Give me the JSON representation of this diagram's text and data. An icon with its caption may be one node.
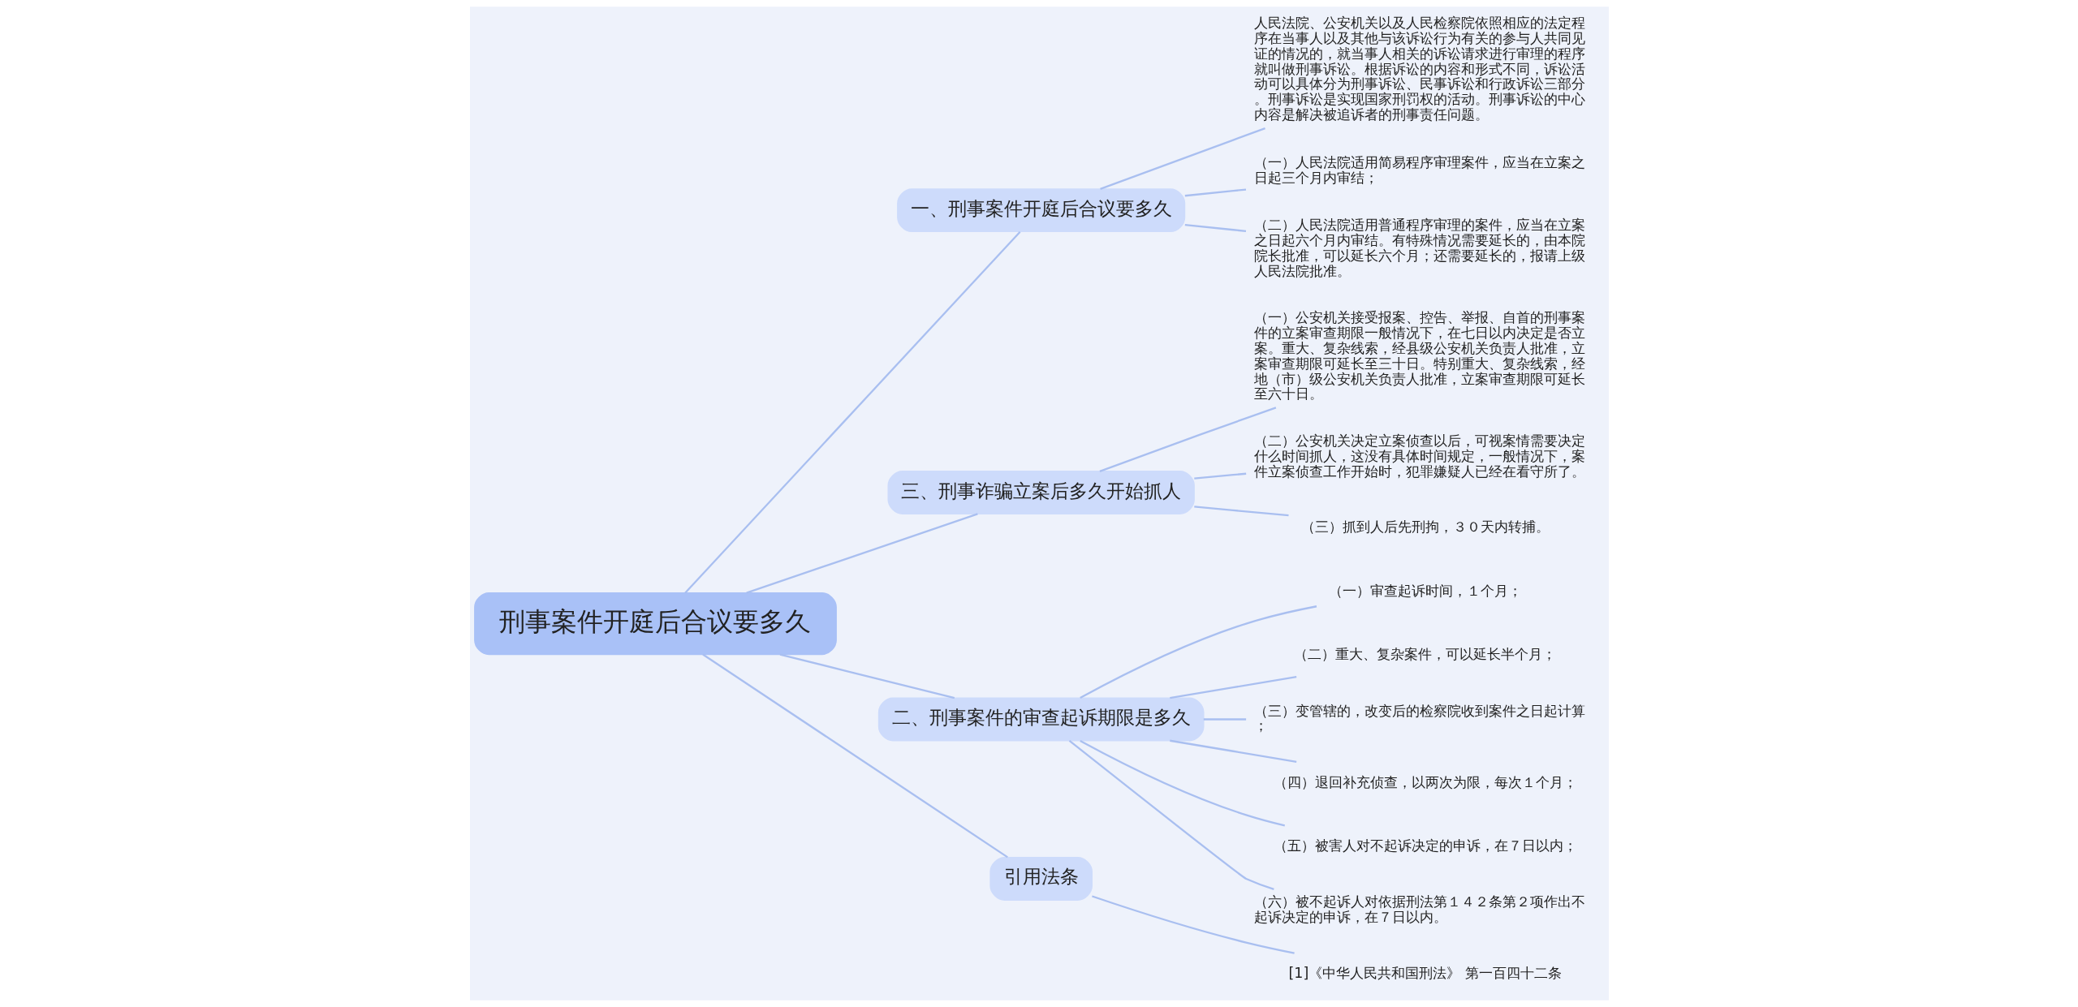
{
  "diagram": {
    "nodes": [
      {
        "text": [
          "刑事案件开庭后合议要多久"
        ]
      },
      {
        "text": [
          "一、刑事案件开庭后合议要多久"
        ]
      },
      {
        "text": [
          "人民法院、公安机关以及人民检察院依照相应的法定程序在当事人以及其他与该诉讼行为有关的参与人共同见证的情况的，就当事人相关的诉讼请求进行审理的程序就叫做刑事诉讼。根据诉讼的内容和形式不同，诉讼活动可以具体分为刑事诉讼、民事诉讼和行政诉讼三部分。刑事诉讼是实现国家刑罚权的活动。刑事诉讼的中心内容是解决被追诉者的刑事责任问题。"
        ]
      },
      {
        "text": [
          "（一）人民法院适用简易程序审理案件，应当在立案之日起三个月内审结；"
        ]
      },
      {
        "text": [
          "（二）人民法院适用普通程序审理的案件，应当在立案之日起六个月内审结。有特殊情况需要延长的，由本院院长批准，可以延长六个月；还需要延长的，报请上级人民法院批准。"
        ]
      },
      {
        "text": [
          "三、刑事诈骗立案后多久开始抓人"
        ]
      },
      {
        "text": [
          "（一）公安机关接受报案、控告、举报、自首的刑事案件的立案审查期限一般情况下，在七日以内决定是否立案。重大、复杂线索，经县级公安机关负责人批准，立案审查期限可延长至三十日。特别重大、复杂线索，经地（市）级公安机关负责人批准，立案审查期限可延长至六十日。"
        ]
      },
      {
        "text": [
          "（二）公安机关决定立案侦查以后，可视案情需要决定什么时间抓人，这没有具体时间规定，一般情况下，案件立案侦查工作开始时，犯罪嫌疑人已经在看守所了。"
        ]
      },
      {
        "text": [
          "（三）抓到人后先刑拘，３０天内转捕。"
        ]
      },
      {
        "text": [
          "二、刑事案件的审查起诉期限是多久"
        ]
      },
      {
        "text": [
          "（一）审查起诉时间，１个月；"
        ]
      },
      {
        "text": [
          "（二）重大、复杂案件，可以延长半个月；"
        ]
      },
      {
        "text": [
          "（三）变管辖的，改变后的检察院收到案件之日起计算；"
        ]
      },
      {
        "text": [
          "（四）退回补充侦查，以两次为限，每次１个月；"
        ]
      },
      {
        "text": [
          "（五）被害人对不起诉决定的申诉，在７日以内；"
        ]
      },
      {
        "text": [
          "（六）被不起诉人对依据刑法第１４２条第２项作出不起诉决定的申诉，在７日以内。"
        ]
      },
      {
        "text": [
          "引用法条"
        ]
      },
      {
        "text": [
          "[1]《中华人民共和国刑法》 第一百四十二条"
        ]
      }
    ],
    "edges": [
      {
        "from": 0,
        "to": 1,
        "arrow": "none"
      },
      {
        "from": 1,
        "to": 2,
        "arrow": "none"
      },
      {
        "from": 1,
        "to": 3,
        "arrow": "none"
      },
      {
        "from": 1,
        "to": 4,
        "arrow": "none"
      },
      {
        "from": 0,
        "to": 5,
        "arrow": "none"
      },
      {
        "from": 5,
        "to": 6,
        "arrow": "none"
      },
      {
        "from": 5,
        "to": 7,
        "arrow": "none"
      },
      {
        "from": 5,
        "to": 8,
        "arrow": "none"
      },
      {
        "from": 0,
        "to": 9,
        "arrow": "none"
      },
      {
        "from": 9,
        "to": 10,
        "arrow": "none"
      },
      {
        "from": 9,
        "to": 11,
        "arrow": "none"
      },
      {
        "from": 9,
        "to": 12,
        "arrow": "none"
      },
      {
        "from": 9,
        "to": 13,
        "arrow": "none"
      },
      {
        "from": 9,
        "to": 14,
        "arrow": "none"
      },
      {
        "from": 9,
        "to": 15,
        "arrow": "none"
      },
      {
        "from": 0,
        "to": 16,
        "arrow": "none"
      },
      {
        "from": 16,
        "to": 17,
        "arrow": "none"
      }
    ]
  }
}
